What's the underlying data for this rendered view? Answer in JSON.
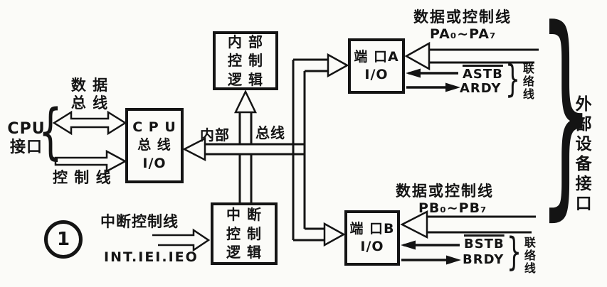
{
  "colors": {
    "ink": "#141414",
    "paper": "#fbfbf8"
  },
  "figure_marker": "1",
  "glyphs": {
    "open_brace": "{",
    "close_brace": "}"
  },
  "left": {
    "cpu_interface": "CPU\n接口",
    "data_bus": "数 据\n总 线",
    "control_line": "控 制 线"
  },
  "boxes": {
    "cpu_bus_io": "C P U\n总 线\nI/O",
    "internal_control_logic": "内 部\n控 制\n逻 辑",
    "interrupt_control_logic": "中 断\n控 制\n逻 辑",
    "port_a": "端 口A\nI/O",
    "port_b": "端 口B\nI/O"
  },
  "internal_bus": {
    "left_label": "内部",
    "right_label": "总线"
  },
  "interrupt": {
    "label": "中断控制线",
    "signals": "INT.IEI.IEO"
  },
  "port_a": {
    "header": "数据或控制线",
    "range": "PA₀~PA₇",
    "strobe": "ASTB",
    "ready": "ARDY",
    "handshake": "联络线"
  },
  "port_b": {
    "header": "数据或控制线",
    "range": "PB₀~PB₇",
    "strobe": "BSTB",
    "ready": "BRDY",
    "handshake": "联络线"
  },
  "right_label": "外部设备接口"
}
